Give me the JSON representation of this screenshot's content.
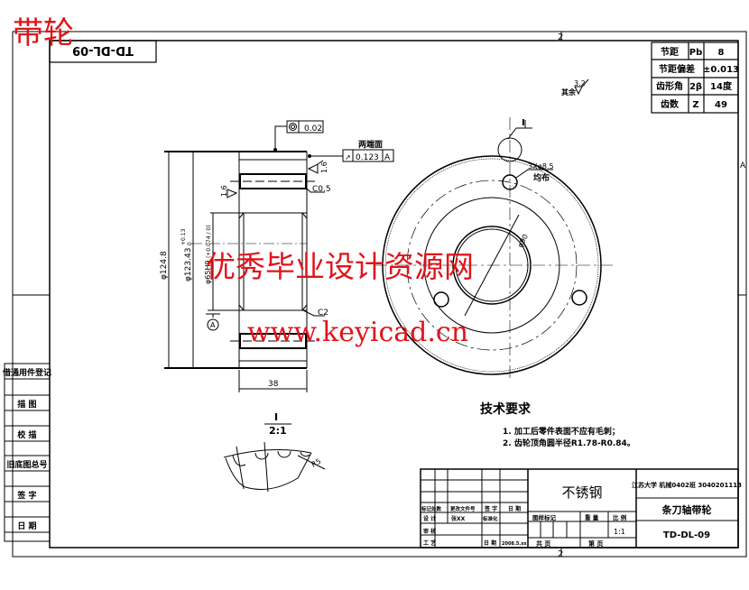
{
  "header": {
    "title": "带轮",
    "drawing_code_inverted": "TD-DL-09"
  },
  "border": {
    "zone_top": "2",
    "zone_bottom": "2",
    "zone_right": "A"
  },
  "params_table": {
    "rows": [
      {
        "name": "节距",
        "symbol": "Pb",
        "value": "8"
      },
      {
        "name": "节距偏差",
        "symbol": "",
        "value": "±0.013"
      },
      {
        "name": "齿形角",
        "symbol": "2β",
        "value": "14度"
      },
      {
        "name": "齿数",
        "symbol": "Z",
        "value": "49"
      }
    ]
  },
  "roughness_note": {
    "label": "其余",
    "value": "3.2"
  },
  "section_view": {
    "coaxiality": {
      "symbol": "◎",
      "value": "0.02"
    },
    "runout": {
      "label": "两端面",
      "symbol": "↗",
      "value": "0.123",
      "datum": "A"
    },
    "roughness_right": "1.6",
    "roughness_left": "1.6",
    "chamfer_outer": "C0.5",
    "chamfer_inner": "C2",
    "dim_outer": "φ124.8",
    "dim_tip": "φ123.43",
    "dim_tip_tol_upper": "+0.13",
    "dim_tip_tol_lower": "0",
    "dim_bore": "φ65H9",
    "dim_bore_tol": "(+0.074 / 0)",
    "datum": "A",
    "width": "38"
  },
  "front_view": {
    "detail_mark": "I",
    "holes_label": "3Xφ8.5",
    "holes_note": "均布",
    "bolt_circle": "φ90"
  },
  "detail_view": {
    "label": "I",
    "scale": "2:1",
    "radius": "R5"
  },
  "tech_requirements": {
    "title": "技术要求",
    "items": [
      "1. 加工后零件表面不应有毛刺；",
      "2. 齿轮顶角圆半径R1.78-R0.84。"
    ]
  },
  "left_column": [
    "借通用件登记",
    "描 图",
    "校 描",
    "旧底图总号",
    "签 字",
    "日 期"
  ],
  "title_block": {
    "material": "不锈钢",
    "school": "江苏大学 机械0402班 3040201113",
    "part_name": "条刀轴带轮",
    "drawing_number": "TD-DL-09",
    "rev_headers": [
      "标记处数",
      "更改文件号",
      "签 字",
      "日 期"
    ],
    "design_row": [
      "设 计",
      "张XX",
      "标准化"
    ],
    "review": "审 核",
    "process": "工 艺",
    "date_label": "日 期",
    "date_value": "2008.5.xx",
    "mark_label": "图样标记",
    "weight_label": "重 量",
    "scale_label": "比 例",
    "scale_value": "1:1",
    "sheets_total": "共    页",
    "sheet_no": "第    页"
  },
  "watermark": {
    "line1": "优秀毕业设计资源网",
    "line2": "www.keyicad.cn",
    "color": "#e0141b"
  }
}
